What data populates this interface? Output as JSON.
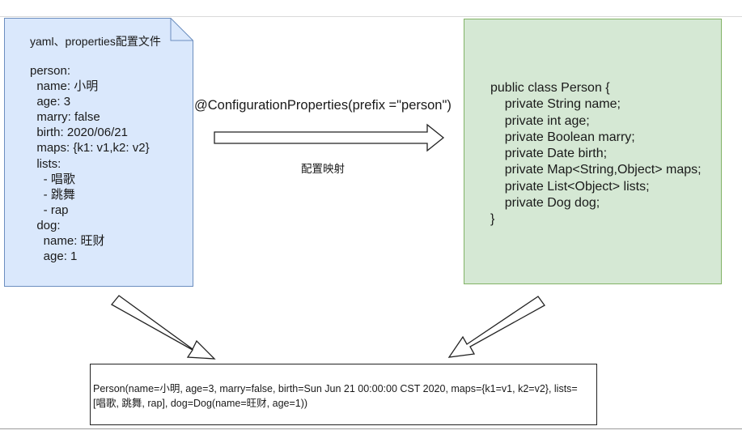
{
  "yaml_file": {
    "title": "yaml、properties配置文件",
    "lines": [
      "person:",
      "  name: 小明",
      "  age: 3",
      "  marry: false",
      "  birth: 2020/06/21",
      "  maps: {k1: v1,k2: v2}",
      "  lists:",
      "    - 唱歌",
      "    - 跳舞",
      "    - rap",
      "  dog:",
      "    name: 旺财",
      "    age: 1"
    ],
    "fill_color": "#dae8fc",
    "stroke_color": "#6c8ebf"
  },
  "mapping": {
    "annotation": "@ConfigurationProperties(prefix =\"person\")",
    "label": "配置映射"
  },
  "java_class": {
    "lines": [
      "public class Person {",
      "    private String name;",
      "    private int age;",
      "    private Boolean marry;",
      "    private Date birth;",
      "    private Map<String,Object> maps;",
      "    private List<Object> lists;",
      "    private Dog dog;",
      "}"
    ],
    "fill_color": "#d5e8d4",
    "stroke_color": "#82b366"
  },
  "result": {
    "text": "Person(name=小明, age=3, marry=false, birth=Sun Jun 21 00:00:00 CST 2020, maps={k1=v1, k2=v2}, lists=[唱歌, 跳舞, rap], dog=Dog(name=旺财, age=1))"
  }
}
